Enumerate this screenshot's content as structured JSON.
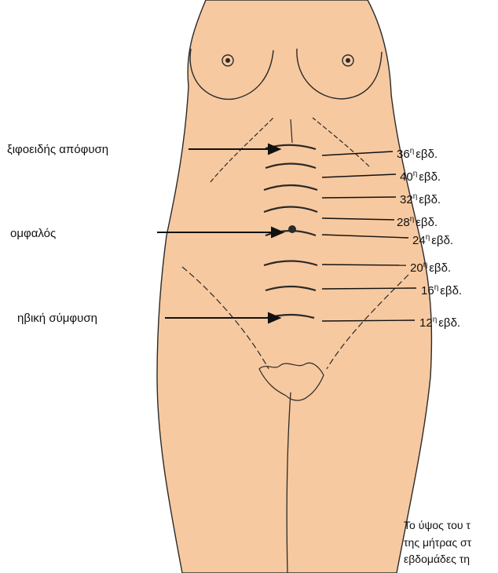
{
  "left_labels": {
    "xiphoid": "ξιφοειδής απόφυση",
    "navel": "ομφαλός",
    "pubic": "ηβική σύμφυση"
  },
  "week_suffix": "η",
  "week_unit": "εβδ.",
  "weeks": [
    "36",
    "40",
    "32",
    "28",
    "24",
    "20",
    "16",
    "12"
  ],
  "caption": {
    "line1": "Το ύψος του τ",
    "line2": "της μήτρας στ",
    "line3": "εβδομάδες τη"
  },
  "colors": {
    "skin": "#f7c9a0",
    "ink": "#2a2a2a"
  }
}
